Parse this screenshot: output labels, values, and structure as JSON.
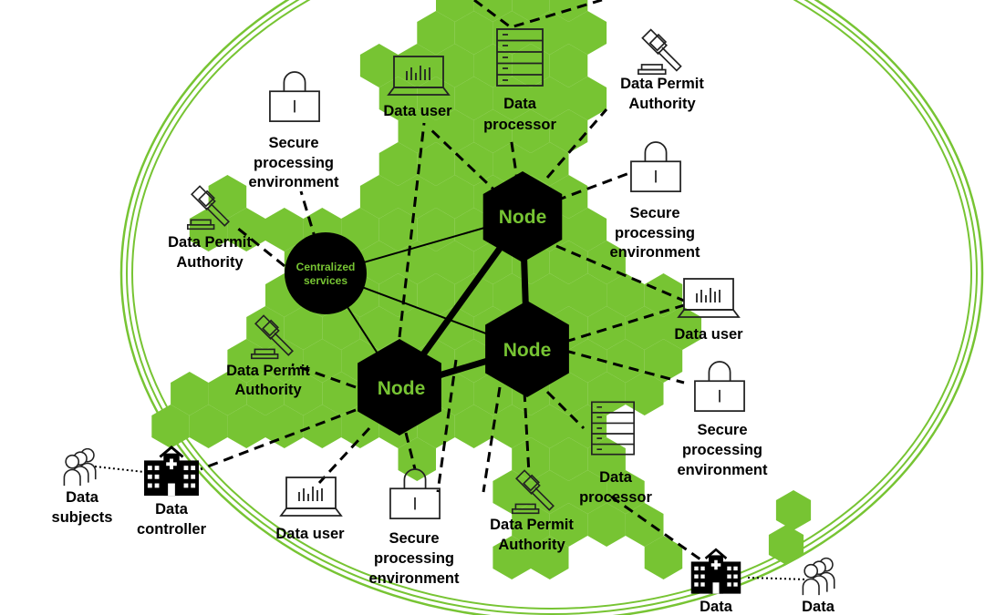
{
  "colors": {
    "green": "#77c433",
    "black": "#000000"
  },
  "centralized_services": [
    "Centralized",
    "services"
  ],
  "nodes": [
    "Node",
    "Node",
    "Node"
  ],
  "labels": {
    "data_user_top": [
      "Data user"
    ],
    "data_processor_top": [
      "Data",
      "processor"
    ],
    "dpa_top_right": [
      "Data Permit",
      "Authority"
    ],
    "spe_top_left": [
      "Secure",
      "processing",
      "environment"
    ],
    "spe_right": [
      "Secure",
      "processing",
      "environment"
    ],
    "dpa_left": [
      "Data Permit",
      "Authority"
    ],
    "data_user_right": [
      "Data user"
    ],
    "dpa_left_lower": [
      "Data Permit",
      "Authority"
    ],
    "spe_right_lower": [
      "Secure",
      "processing",
      "environment"
    ],
    "data_processor_lower": [
      "Data",
      "processor"
    ],
    "data_subjects_left": [
      "Data",
      "subjects"
    ],
    "data_controller_left": [
      "Data",
      "controller"
    ],
    "data_user_bottom": [
      "Data user"
    ],
    "spe_bottom": [
      "Secure",
      "processing",
      "environment"
    ],
    "dpa_bottom": [
      "Data Permit",
      "Authority"
    ],
    "data_controller_bottom_right": [
      "Data"
    ],
    "data_subjects_bottom_right": [
      "Data"
    ]
  }
}
